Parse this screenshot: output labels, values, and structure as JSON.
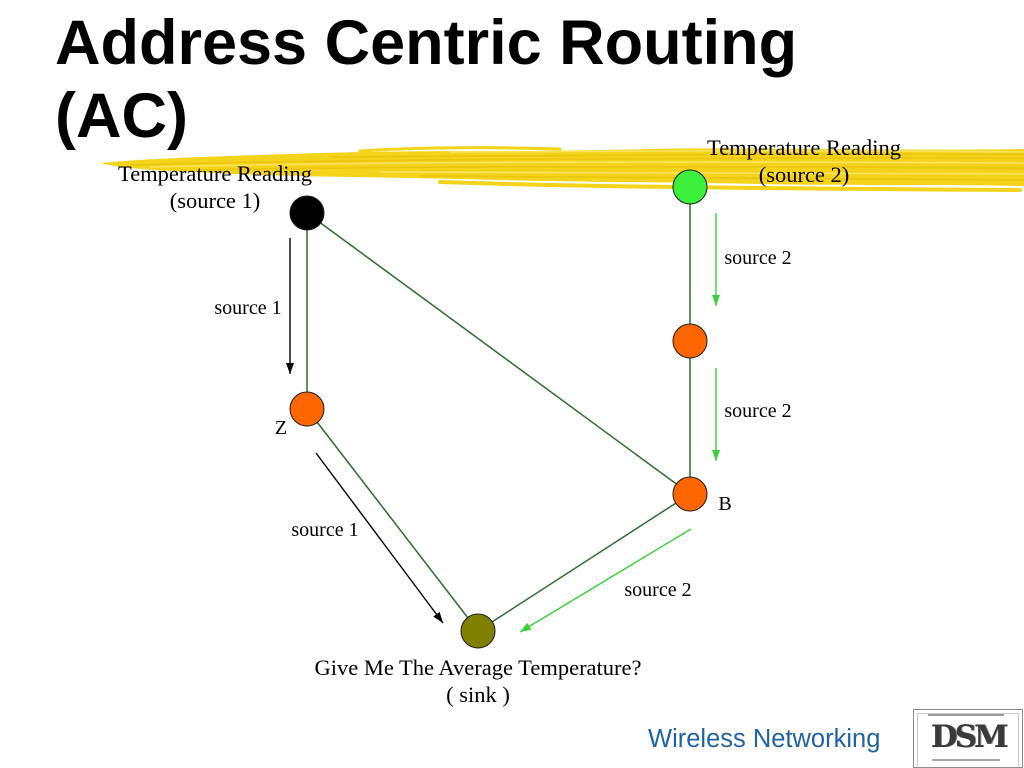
{
  "slide": {
    "title": {
      "line1": "Address Centric Routing",
      "line2": "(AC)"
    },
    "footer": "Wireless Networking",
    "logo_text": "DSM"
  },
  "diagram": {
    "source1": {
      "line1": "Temperature Reading",
      "line2": "(source 1)"
    },
    "source2": {
      "line1": "Temperature Reading",
      "line2": "(source 2)"
    },
    "sink": {
      "line1": "Give Me The Average Temperature?",
      "line2": "( sink )"
    },
    "node_labels": {
      "z": "Z",
      "b": "B"
    },
    "flow_labels": {
      "source1_to_z": "source 1",
      "z_to_sink": "source 1",
      "source2_upper": "source 2",
      "source2_lower": "source 2",
      "b_to_sink": "source 2"
    }
  },
  "colors": {
    "highlighter": "#f4d31b",
    "source1_node": "#000000",
    "source2_node": "#3cf03c",
    "relay_node": "#ff6600",
    "sink_node": "#808000",
    "link": "#2f6b2f",
    "source1_flow": "#000000",
    "source2_flow": "#3ad13a",
    "footer_text": "#1f63a6"
  }
}
